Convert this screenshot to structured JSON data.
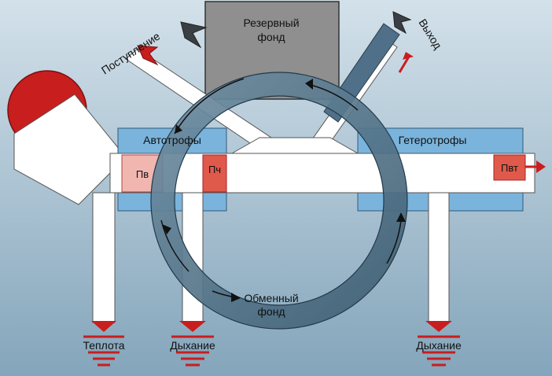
{
  "diagram": {
    "reserve_fund": "Резервный фонд",
    "inflow": "Поступление",
    "outflow": "Выход",
    "autotrophs": "Автотрофы",
    "heterotrophs": "Гетеротрофы",
    "exchange_fund": "Обменный фонд",
    "p_v": "Пв",
    "p_ch": "Пч",
    "p_vt": "Пвт",
    "heat": "Теплота",
    "respiration_autotrophs": "Дыхание",
    "respiration_heterotrophs": "Дыхание"
  },
  "colors": {
    "background_top": "#cfdee8",
    "background_bottom": "#86a7bd",
    "sun": "#c81e1e",
    "reserve_box": "#8f8f8f",
    "trophic_bar": "#7ab4dc",
    "ring": "#4d6d82",
    "pale_code": "#f2b6b0",
    "red_code": "#e05a4c",
    "arrow_red": "#c81e1e",
    "arrow_dark": "#3a3f44",
    "channel": "#ffffff"
  }
}
